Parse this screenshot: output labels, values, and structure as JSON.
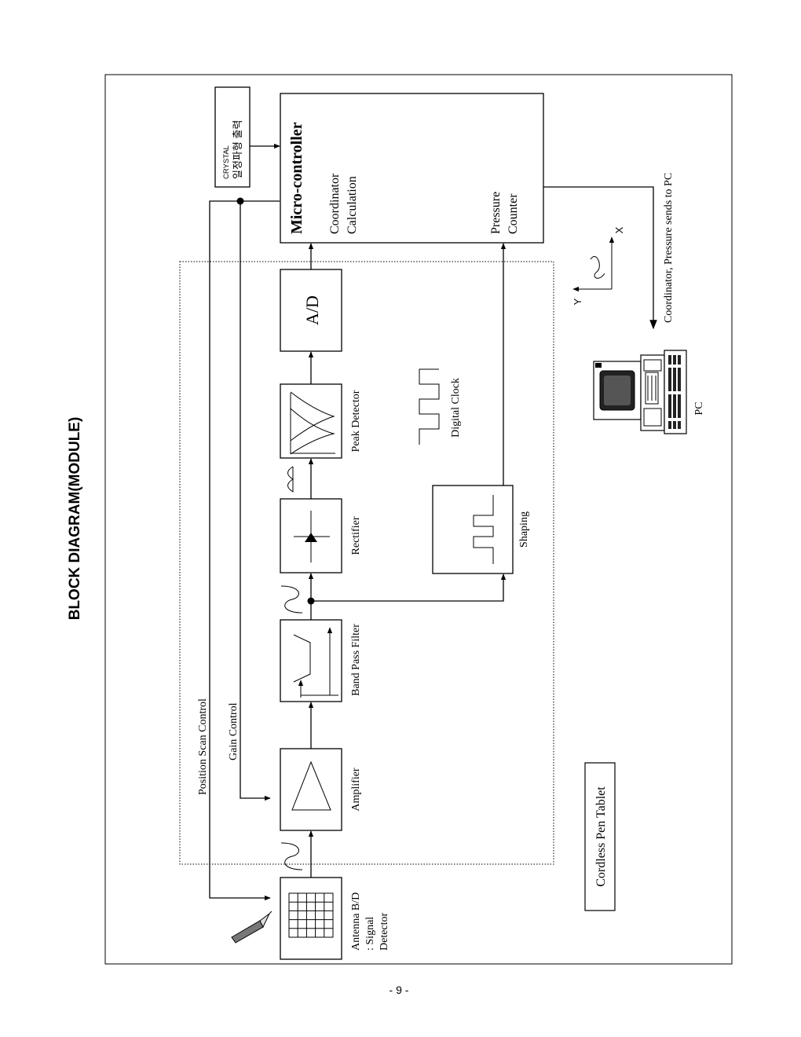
{
  "page": {
    "title": "BLOCK DIAGRAM(MODULE)",
    "page_number": "- 9 -"
  },
  "blocks": {
    "microcontroller": {
      "title": "Micro-controller",
      "coord_line1": "Coordinator",
      "coord_line2": "Calculation",
      "pressure_line1": "Pressure",
      "pressure_line2": "Counter"
    },
    "crystal": {
      "line1": "CRYSTAL",
      "line2": "일정파형 출력"
    },
    "ad": {
      "label": "A/D"
    },
    "peak_detector": {
      "label": "Peak Detector"
    },
    "rectifier": {
      "label": "Rectifier"
    },
    "band_pass_filter": {
      "label": "Band Pass Filter"
    },
    "amplifier": {
      "label": "Amplifier"
    },
    "antenna": {
      "line1": "Antenna B/D",
      "line2": ": Signal",
      "line3": "Detector"
    },
    "shaping": {
      "label": "Shaping"
    }
  },
  "labels": {
    "digital_clock": "Digital Clock",
    "position_scan_control": "Position Scan Control",
    "gain_control": "Gain Control",
    "cordless_pen_tablet": "Cordless Pen Tablet",
    "pc": "PC",
    "coordinator_pressure": "Coordinator, Pressure sends to PC",
    "axis_x": "X",
    "axis_y": "Y"
  },
  "icons": {
    "pen": "pen-icon",
    "pc": "pc-icon",
    "antenna_grid": "grid-icon",
    "amplifier": "triangle-icon",
    "rectifier": "diode-icon"
  }
}
